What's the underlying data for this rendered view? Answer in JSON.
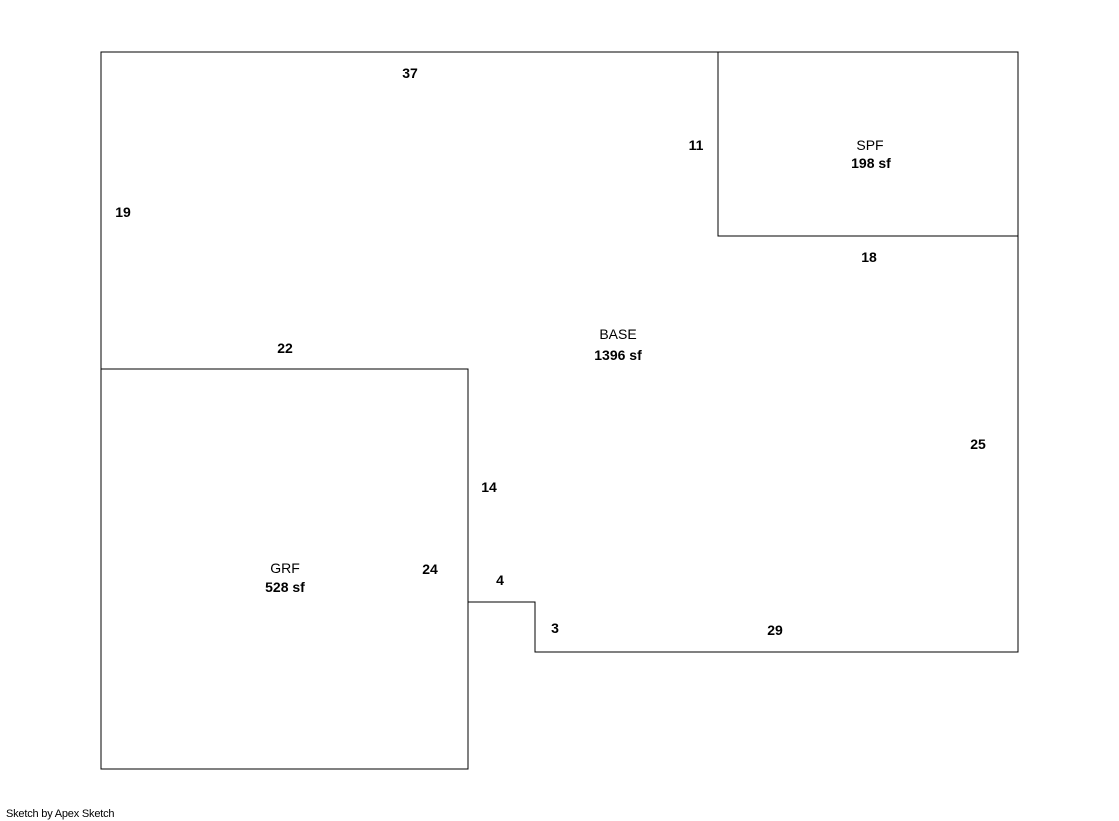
{
  "areas": {
    "base": {
      "name": "BASE",
      "size": "1396 sf"
    },
    "spf": {
      "name": "SPF",
      "size": "198 sf"
    },
    "grf": {
      "name": "GRF",
      "size": "528 sf"
    }
  },
  "dimensions": {
    "top": "37",
    "left_upper": "19",
    "spf_left": "11",
    "spf_bottom": "18",
    "right": "25",
    "grf_top": "22",
    "step_vertical": "14",
    "grf_right": "24",
    "step_horizontal": "4",
    "step_short": "3",
    "bottom": "29"
  },
  "footer": {
    "credit": "Sketch by Apex Sketch"
  },
  "line_color": "#000000"
}
